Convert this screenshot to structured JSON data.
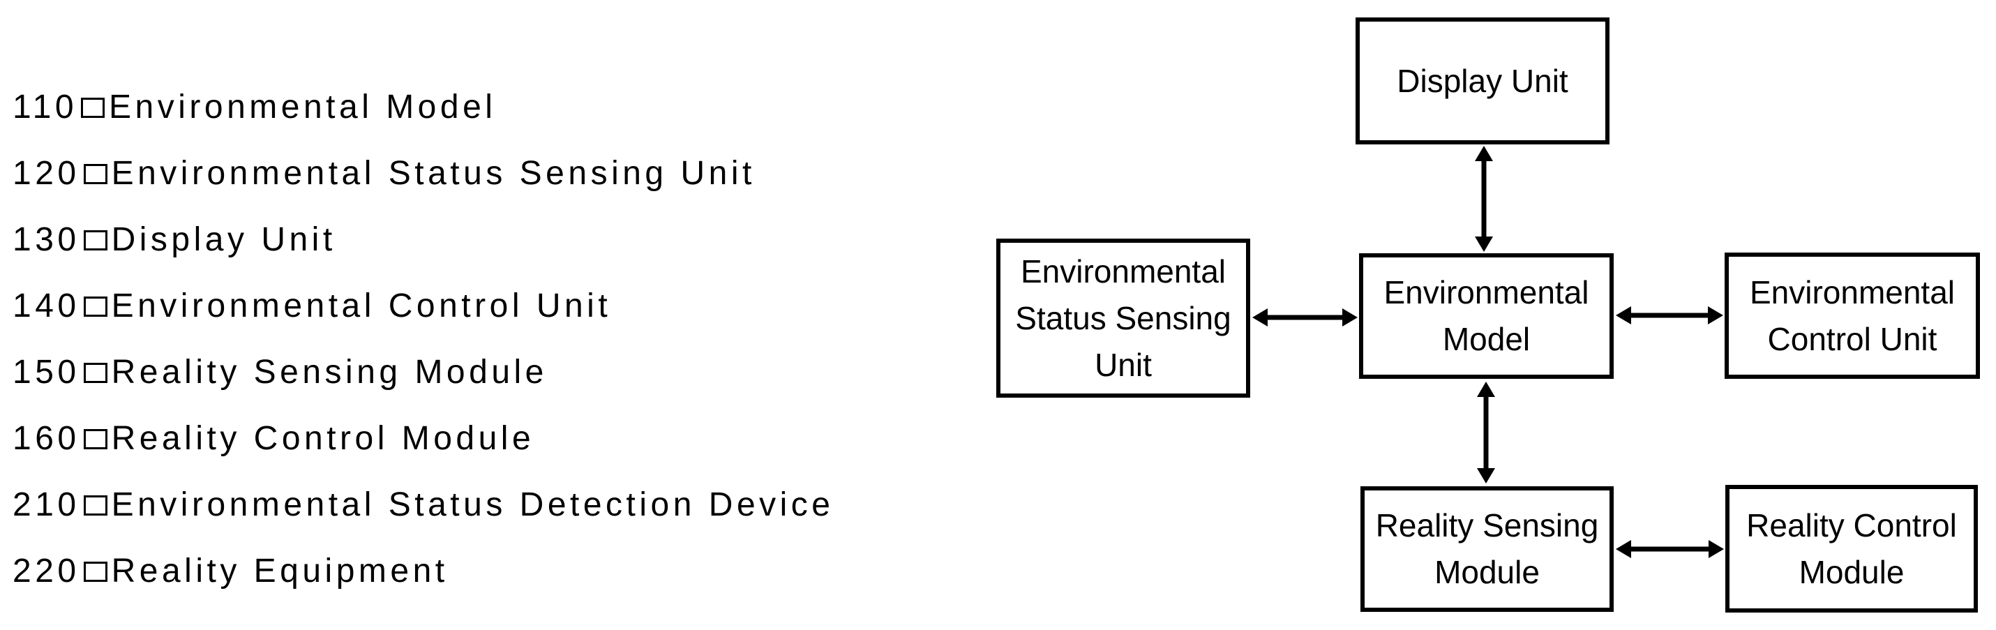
{
  "page": {
    "background_color": "#ffffff",
    "ink_color": "#000000",
    "type": "patent-block-diagram-figure"
  },
  "legend": {
    "separator_icon": "empty-square",
    "items": [
      {
        "ref": "110",
        "label": "Environmental Model"
      },
      {
        "ref": "120",
        "label": "Environmental Status Sensing Unit"
      },
      {
        "ref": "130",
        "label": "Display Unit"
      },
      {
        "ref": "140",
        "label": "Environmental Control Unit"
      },
      {
        "ref": "150",
        "label": "Reality Sensing Module"
      },
      {
        "ref": "160",
        "label": "Reality Control Module"
      },
      {
        "ref": "210",
        "label": "Environmental Status Detection Device"
      },
      {
        "ref": "220",
        "label": "Reality Equipment"
      }
    ]
  },
  "diagram": {
    "nodes": {
      "display_unit": {
        "label": "Display Unit"
      },
      "environmental_model": {
        "label": "Environmental\nModel"
      },
      "environmental_status_sensing_unit": {
        "label": "Environmental\nStatus Sensing\nUnit"
      },
      "environmental_control_unit": {
        "label": "Environmental\nControl Unit"
      },
      "reality_sensing_module": {
        "label": "Reality Sensing\nModule"
      },
      "reality_control_module": {
        "label": "Reality Control\nModule"
      }
    },
    "connections": [
      {
        "from": "display_unit",
        "to": "environmental_model",
        "style": "double-headed-arrow"
      },
      {
        "from": "environmental_status_sensing_unit",
        "to": "environmental_model",
        "style": "double-headed-arrow"
      },
      {
        "from": "environmental_model",
        "to": "environmental_control_unit",
        "style": "double-headed-arrow"
      },
      {
        "from": "environmental_model",
        "to": "reality_sensing_module",
        "style": "double-headed-arrow"
      },
      {
        "from": "reality_sensing_module",
        "to": "reality_control_module",
        "style": "double-headed-arrow"
      }
    ]
  }
}
